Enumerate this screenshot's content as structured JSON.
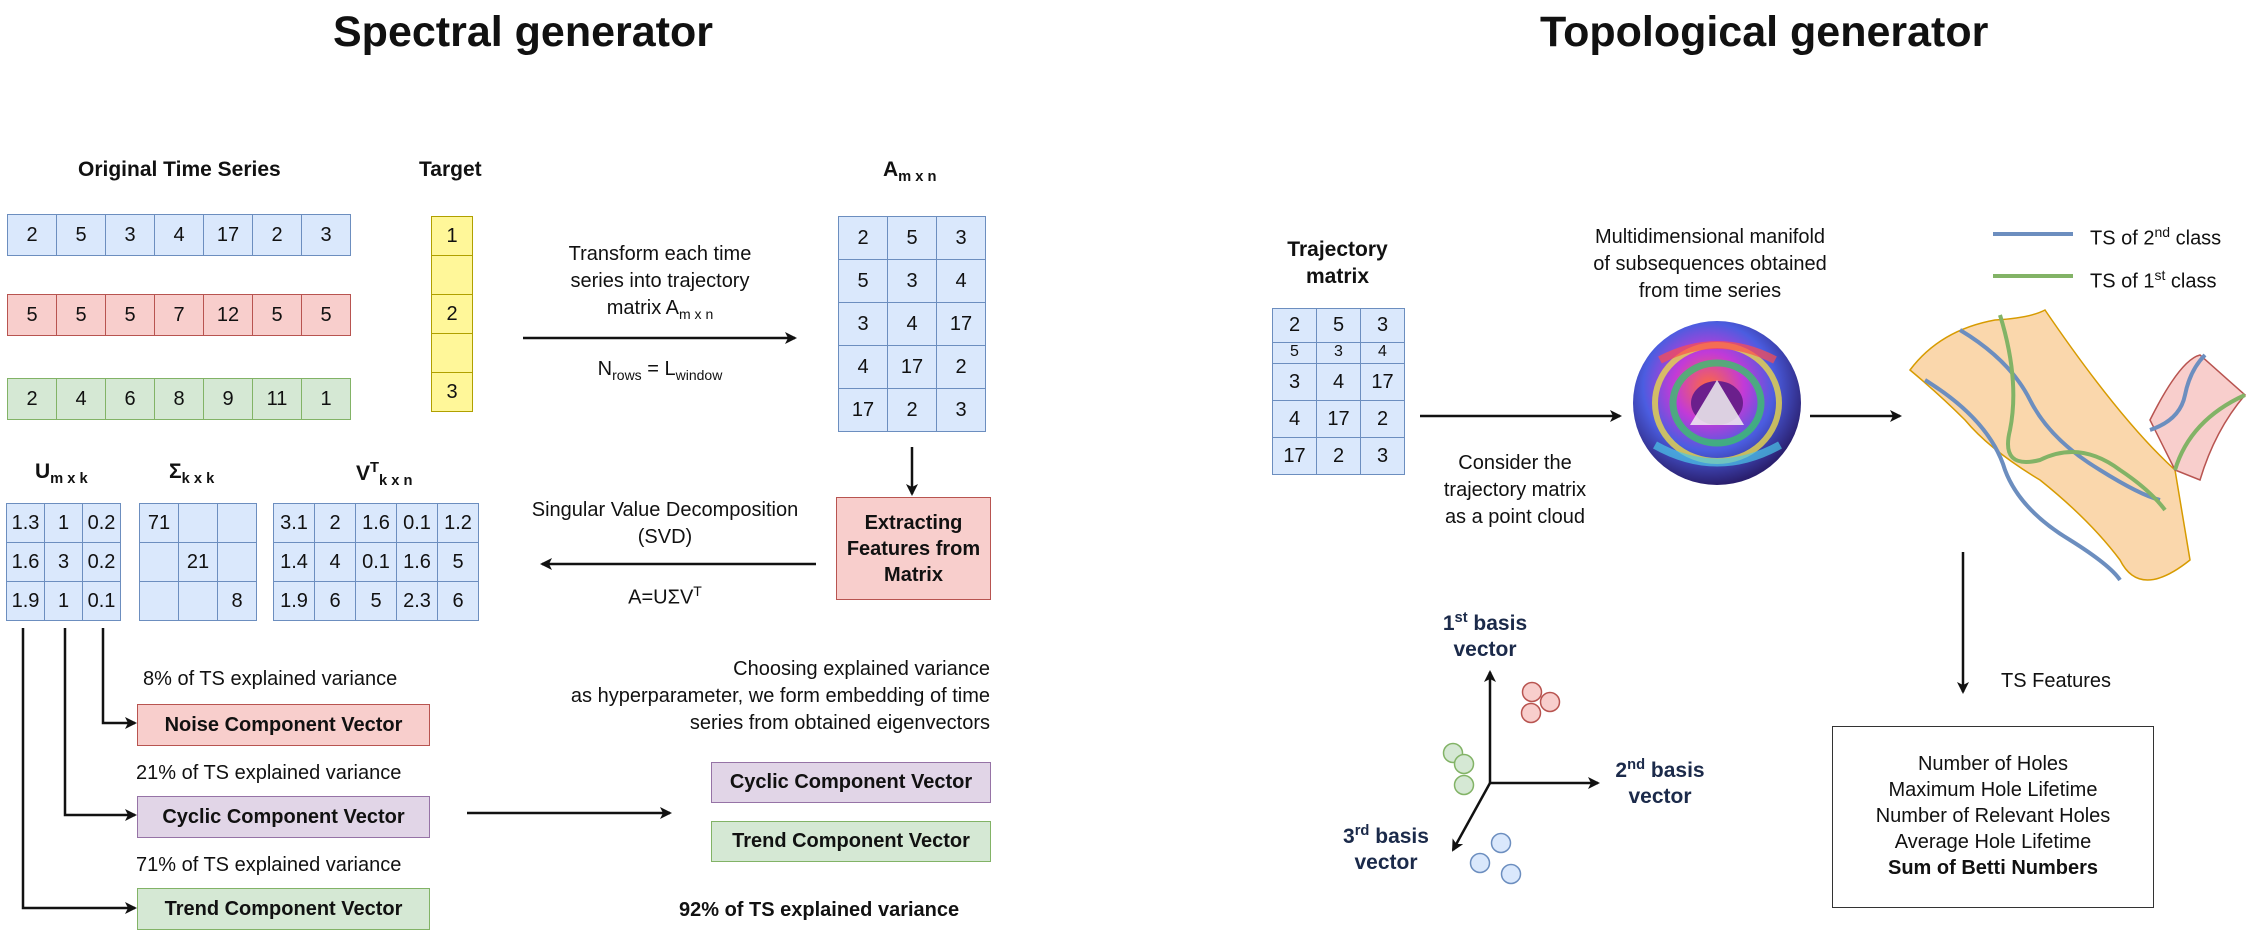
{
  "spectral": {
    "title": "Spectral generator",
    "original_ts_label": "Original Time Series",
    "target_label": "Target",
    "series": [
      [
        "2",
        "5",
        "3",
        "4",
        "17",
        "2",
        "3"
      ],
      [
        "5",
        "5",
        "5",
        "7",
        "12",
        "5",
        "5"
      ],
      [
        "2",
        "4",
        "6",
        "8",
        "9",
        "11",
        "1"
      ]
    ],
    "targets": [
      "1",
      "",
      "2",
      "",
      "3"
    ],
    "transform_text": [
      "Transform each time",
      "series into trajectory",
      "matrix A"
    ],
    "transform_sub": "m x n",
    "nrows_main": "N",
    "nrows_sub": "rows",
    "nrows_eq": " = L",
    "nrows_sub2": "window",
    "A_label": "A",
    "A_sub": "m x n",
    "A_matrix": [
      [
        "2",
        "5",
        "3"
      ],
      [
        "5",
        "3",
        "4"
      ],
      [
        "3",
        "4",
        "17"
      ],
      [
        "4",
        "17",
        "2"
      ],
      [
        "17",
        "2",
        "3"
      ]
    ],
    "extract_box": "Extracting Features from Matrix",
    "svd_text": [
      "Singular Value Decomposition",
      "(SVD)"
    ],
    "svd_formula": "A=UΣV",
    "svd_sup": "T",
    "U_label": "U",
    "U_sub": "m x k",
    "U_matrix": [
      [
        "1.3",
        "1",
        "0.2"
      ],
      [
        "1.6",
        "3",
        "0.2"
      ],
      [
        "1.9",
        "1",
        "0.1"
      ]
    ],
    "S_label": "Σ",
    "S_sub": "k x k",
    "S_matrix": [
      [
        "71",
        "",
        ""
      ],
      [
        "",
        "21",
        ""
      ],
      [
        "",
        "",
        "8"
      ]
    ],
    "V_label": "V",
    "V_sup": "T",
    "V_sub": "k x n",
    "V_matrix": [
      [
        "3.1",
        "2",
        "1.6",
        "0.1",
        "1.2"
      ],
      [
        "1.4",
        "4",
        "0.1",
        "1.6",
        "5"
      ],
      [
        "1.9",
        "6",
        "5",
        "2.3",
        "6"
      ]
    ],
    "var_noise": "8% of TS explained variance",
    "var_cyclic": "21% of TS explained variance",
    "var_trend": "71% of TS explained variance",
    "noise_box": "Noise Component Vector",
    "cyclic_box": "Cyclic Component Vector",
    "trend_box": "Trend Component Vector",
    "choose_text": [
      "Choosing explained variance",
      "as hyperparameter, we form embedding of time",
      "series from obtained eigenvectors"
    ],
    "cyclic_box2": "Cyclic Component Vector",
    "trend_box2": "Trend Component Vector",
    "total_var": "92% of TS explained variance"
  },
  "topological": {
    "title": "Topological generator",
    "traj_label": [
      "Trajectory",
      "matrix"
    ],
    "traj_matrix": [
      [
        "2",
        "5",
        "3"
      ],
      [
        "5",
        "3",
        "4"
      ],
      [
        "3",
        "4",
        "17"
      ],
      [
        "4",
        "17",
        "2"
      ],
      [
        "17",
        "2",
        "3"
      ]
    ],
    "point_cloud_text": [
      "Consider the",
      "trajectory matrix",
      "as a point cloud"
    ],
    "manifold_text": [
      "Multidimensional manifold",
      "of subsequences obtained",
      "from time series"
    ],
    "legend_2nd": "TS of 2",
    "legend_2nd_sup": "nd",
    "legend_2nd_end": " class",
    "legend_1st": "TS of 1",
    "legend_1st_sup": "st",
    "legend_1st_end": " class",
    "basis1": "1",
    "basis1_sup": "st",
    "basis1_end": " basis",
    "basis2": "2",
    "basis2_sup": "nd",
    "basis2_end": " basis",
    "basis3": "3",
    "basis3_sup": "rd",
    "basis3_end": " basis",
    "vector_word": "vector",
    "ts_features_label": "TS Features",
    "features": [
      "Number of Holes",
      "Maximum Hole Lifetime",
      "Number of Relevant Holes",
      "Average Hole Lifetime"
    ],
    "features_bold": "Sum of Betti Numbers"
  },
  "colors": {
    "blue_fill": "#dae8fc",
    "red_fill": "#f8cecc",
    "green_fill": "#d5e8d4",
    "yellow_fill": "#fff799",
    "purple_fill": "#e1d5e7",
    "line_2nd": "#6c8ebf",
    "line_1st": "#82b366"
  }
}
